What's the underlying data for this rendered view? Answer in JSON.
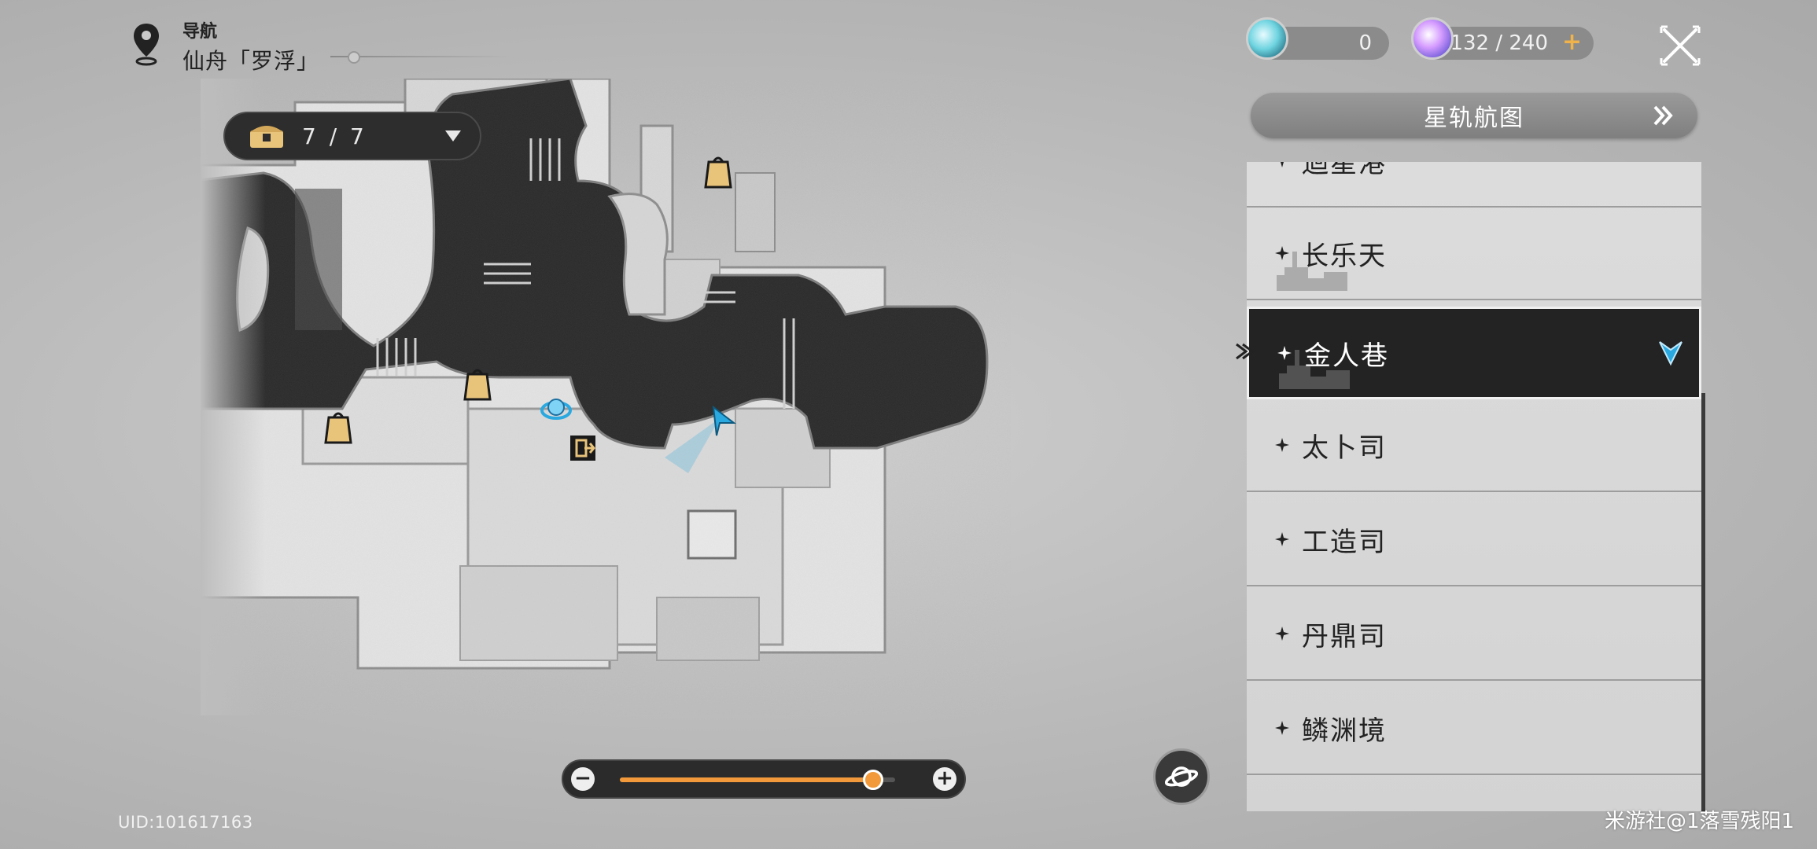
{
  "navigation": {
    "label": "导航",
    "location": "仙舟「罗浮」"
  },
  "chest_counter": {
    "count": "7 / 7"
  },
  "currencies": [
    {
      "icon": "trailblaze-fuel-icon",
      "value": "0"
    },
    {
      "icon": "trailblaze-power-icon",
      "value": "132 / 240"
    }
  ],
  "currency_plus": "+",
  "star_rail_map_button": "星轨航图",
  "locations": [
    {
      "label": "迴星港",
      "selected": false
    },
    {
      "label": "长乐天",
      "selected": false
    },
    {
      "label": "金人巷",
      "selected": true
    },
    {
      "label": "太卜司",
      "selected": false
    },
    {
      "label": "工造司",
      "selected": false
    },
    {
      "label": "丹鼎司",
      "selected": false
    },
    {
      "label": "鳞渊境",
      "selected": false
    }
  ],
  "zoom": {
    "out_label": "−",
    "in_label": "+",
    "level": 0.92
  },
  "uid": "UID:101617163",
  "watermark": "米游社@1落雪残阳1",
  "colors": {
    "accent_orange": "#f29a3b",
    "player_arrow": "#2aa8e0",
    "marker_gold": "#e8c37a",
    "panel_dark": "#232323"
  }
}
